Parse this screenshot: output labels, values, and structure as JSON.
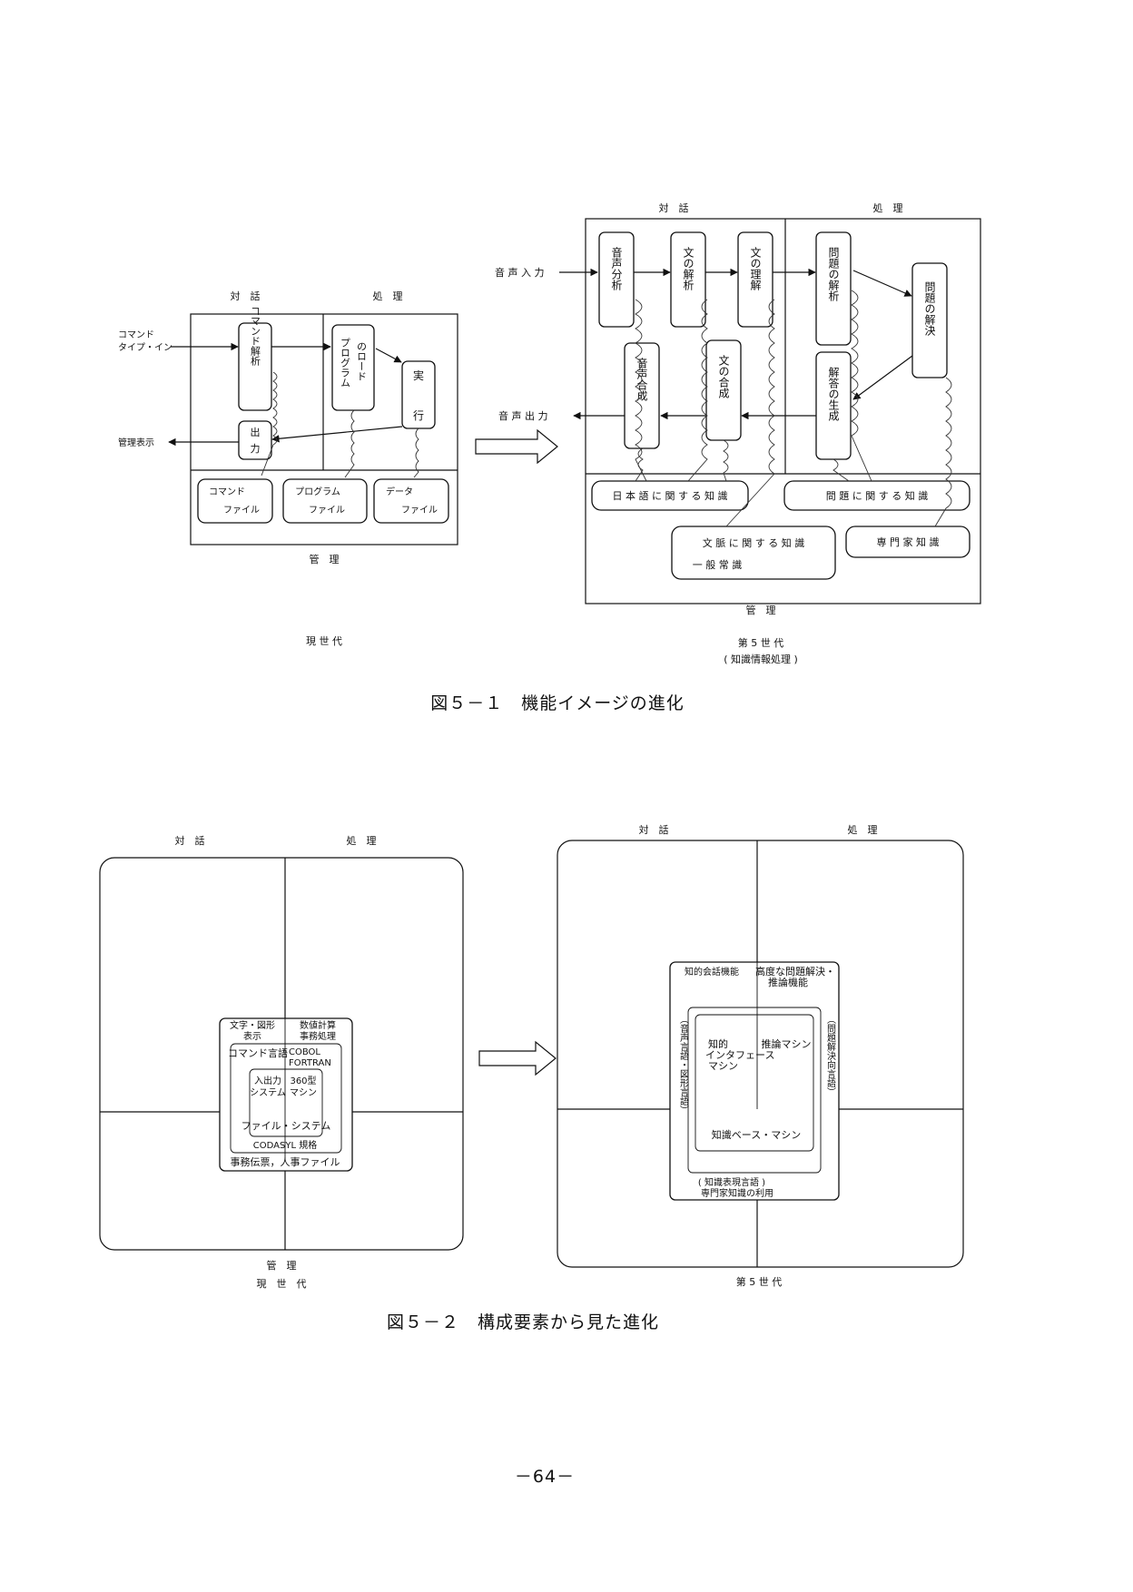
{
  "figure1": {
    "caption": "図５－１　機能イメージの進化",
    "current": {
      "header_dialog": "対　話",
      "header_process": "処　理",
      "footer_manage": "管　理",
      "generation": "現 世 代",
      "input_label": [
        "コマンド",
        "タイプ・イン"
      ],
      "output_label": "管理表示",
      "boxes": {
        "cmd_parse": "コマンド解析",
        "program_load": [
          "プログラム",
          "のロード"
        ],
        "execute": [
          "実",
          "行"
        ],
        "output": [
          "出",
          "力"
        ]
      },
      "files": {
        "command_file": [
          "コマンド",
          "ファイル"
        ],
        "program_file": [
          "プログラム",
          "ファイル"
        ],
        "data_file": [
          "データ",
          "ファイル"
        ]
      }
    },
    "fifth": {
      "header_dialog": "対　話",
      "header_process": "処　理",
      "footer_manage": "管　理",
      "generation": "第 5 世 代",
      "subtitle": "( 知識情報処理 )",
      "input_label": "音 声 入 力",
      "output_label": "音 声 出 力",
      "boxes": {
        "voice_analysis": "音声分析",
        "sentence_parse": "文の解析",
        "sentence_understand": "文の理解",
        "problem_analysis": "問題の解析",
        "problem_solve": "問題の解決",
        "voice_synthesis": "音声合成",
        "sentence_synthesis": "文の合成",
        "answer_generate": "解答の生成"
      },
      "knowledge": {
        "japanese": "日 本 語 に 関 す る 知 識",
        "problem": "問 題 に 関 す る 知 識",
        "context": [
          "文 脈 に 関 す る 知 識",
          "一 般 常 識"
        ],
        "expert": "専 門 家 知 識"
      }
    }
  },
  "figure2": {
    "caption": "図５－２　構成要素から見た進化",
    "current": {
      "header_dialog": "対　話",
      "header_process": "処　理",
      "footer_manage": "管　理",
      "generation": "現　世　代",
      "items": {
        "text_graphics": [
          "文字・図形",
          "表示"
        ],
        "numeric": [
          "数値計算",
          "事務処理"
        ],
        "cmd_language": "コマンド言語",
        "cobol": [
          "COBOL",
          "FORTRAN"
        ],
        "io_system": [
          "入出力",
          "システム"
        ],
        "machine360": [
          "360型",
          "マシン"
        ],
        "file_system": "ファイル・システム",
        "codasyl": "CODASYL 規格",
        "office": "事務伝票，人事ファイル"
      }
    },
    "fifth": {
      "header_dialog": "対　話",
      "header_process": "処　理",
      "generation": "第 5 世 代",
      "items": {
        "intelligent_conversation": "知的会話機能",
        "advanced_problem": [
          "高度な問題解決・",
          "推論機能"
        ],
        "voice_language": "（音声言語・図形言語）",
        "problem_language": "（問題解決向言語）",
        "intelligent_interface": [
          "知的",
          "インタフェース",
          "マシン"
        ],
        "inference_machine": "推論マシン",
        "kb_machine": "知識ベース・マシン",
        "knowledge_language": "( 知識表現言語 )",
        "expert_use": "専門家知識の利用"
      }
    }
  },
  "page_number": "－64－"
}
